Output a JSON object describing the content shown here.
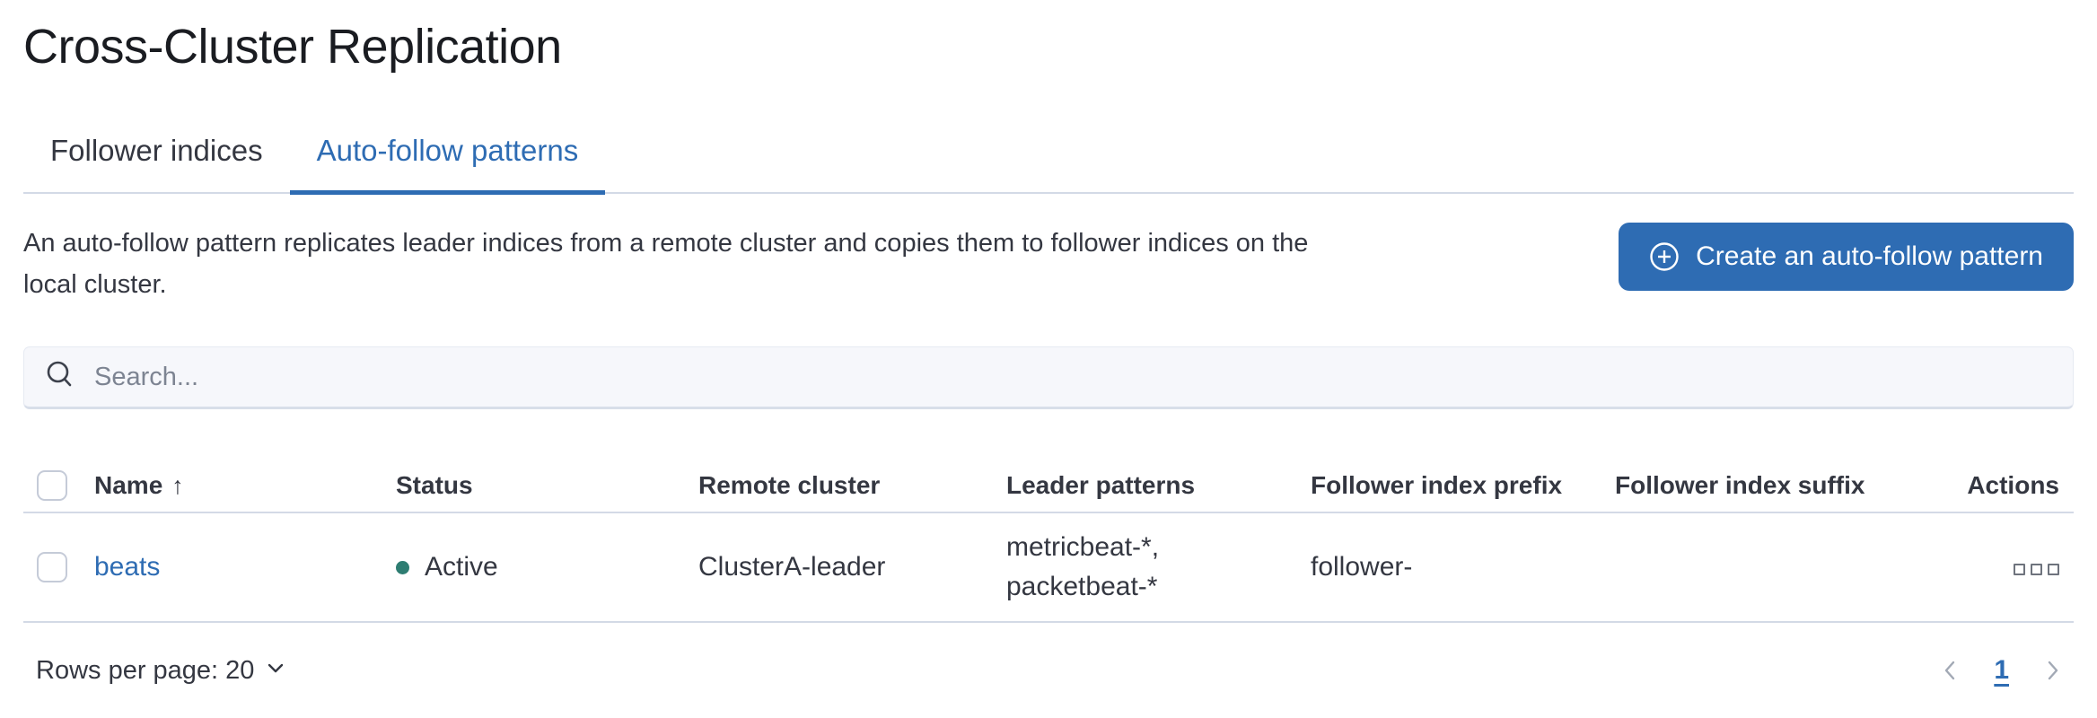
{
  "page_title": "Cross-Cluster Replication",
  "tabs": {
    "follower_indices": "Follower indices",
    "auto_follow_patterns": "Auto-follow patterns",
    "selected": "Auto-follow patterns"
  },
  "description": {
    "line1": "An auto-follow pattern replicates leader indices from a remote cluster and copies them to follower indices on the",
    "line2": "local cluster."
  },
  "toolbar": {
    "create_button_label": "Create an auto-follow pattern",
    "create_button_icon": "plus-in-circle-icon"
  },
  "search": {
    "placeholder": "Search...",
    "value": "",
    "icon": "search-icon"
  },
  "table": {
    "headers": {
      "name": "Name",
      "status": "Status",
      "remote_cluster": "Remote cluster",
      "leader_patterns": "Leader patterns",
      "follower_index_prefix": "Follower index prefix",
      "follower_index_suffix": "Follower index suffix",
      "actions": "Actions"
    },
    "sort": {
      "column": "Name",
      "direction": "ascending",
      "arrow": "↑"
    },
    "rows": [
      {
        "name": "beats",
        "status": "Active",
        "remote_cluster": "ClusterA-leader",
        "leader_patterns": "metricbeat-*, packetbeat-*",
        "follower_index_prefix": "follower-",
        "follower_index_suffix": "",
        "actions_icon": "ellipsis-boxes-icon"
      }
    ]
  },
  "footer": {
    "rows_per_page": "Rows per page: 20",
    "pagination": {
      "current_page": "1"
    }
  },
  "colors": {
    "primary_blue": "#2E6CB3",
    "status_active_teal": "#2E7D72",
    "border_gray": "#D3DAE6",
    "text": "#343741",
    "subdued_gray": "#69707D",
    "title": "#1A1C21"
  }
}
